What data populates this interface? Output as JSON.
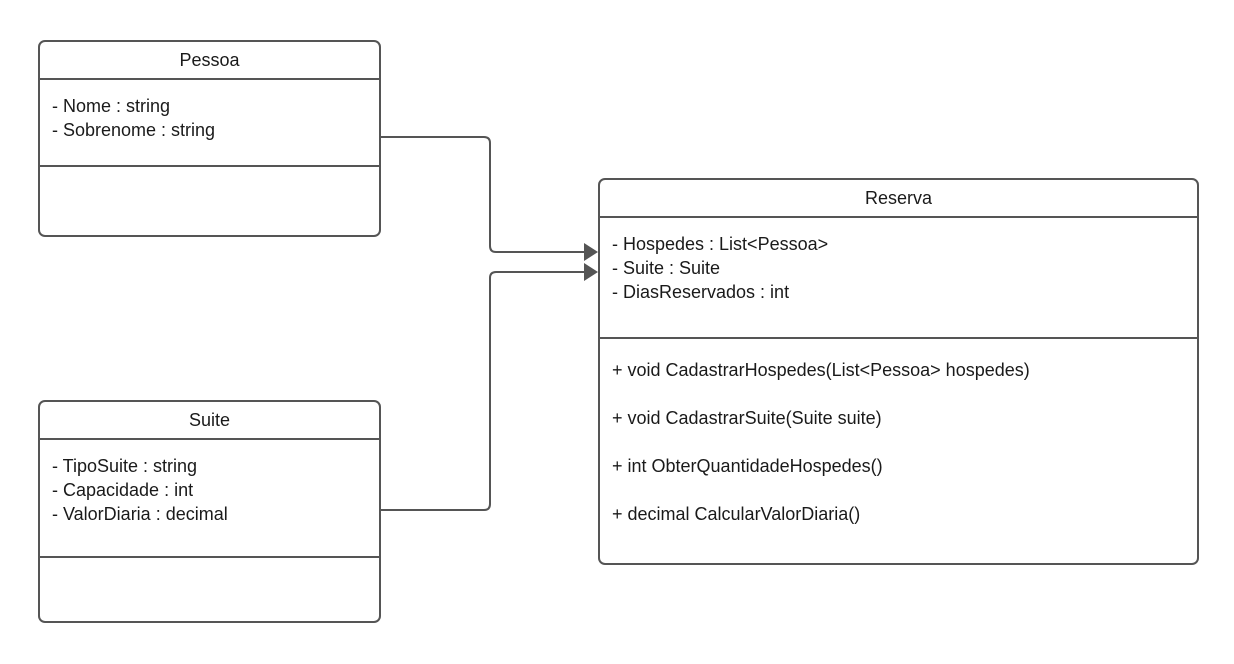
{
  "diagram": {
    "type": "uml-class-diagram",
    "stroke_color": "#555555",
    "text_color": "#1a1a1a",
    "background_color": "#ffffff",
    "classes": [
      {
        "id": "pessoa",
        "name": "Pessoa",
        "attributes": [
          "- Nome : string",
          "- Sobrenome : string"
        ],
        "operations": []
      },
      {
        "id": "suite",
        "name": "Suite",
        "attributes": [
          "- TipoSuite : string",
          "- Capacidade : int",
          "- ValorDiaria : decimal"
        ],
        "operations": []
      },
      {
        "id": "reserva",
        "name": "Reserva",
        "attributes": [
          "- Hospedes : List<Pessoa>",
          "- Suite : Suite",
          "- DiasReservados : int"
        ],
        "operations": [
          "+ void CadastrarHospedes(List<Pessoa> hospedes)",
          "+ void CadastrarSuite(Suite suite)",
          "+ int ObterQuantidadeHospedes()",
          "+ decimal CalcularValorDiaria()"
        ]
      }
    ],
    "relationships": [
      {
        "id": "pessoa-reserva",
        "from": "Pessoa",
        "to": "Reserva",
        "kind": "directed-association",
        "arrow": "solid-filled-triangle"
      },
      {
        "id": "suite-reserva",
        "from": "Suite",
        "to": "Reserva",
        "kind": "directed-association",
        "arrow": "solid-filled-triangle"
      }
    ]
  }
}
